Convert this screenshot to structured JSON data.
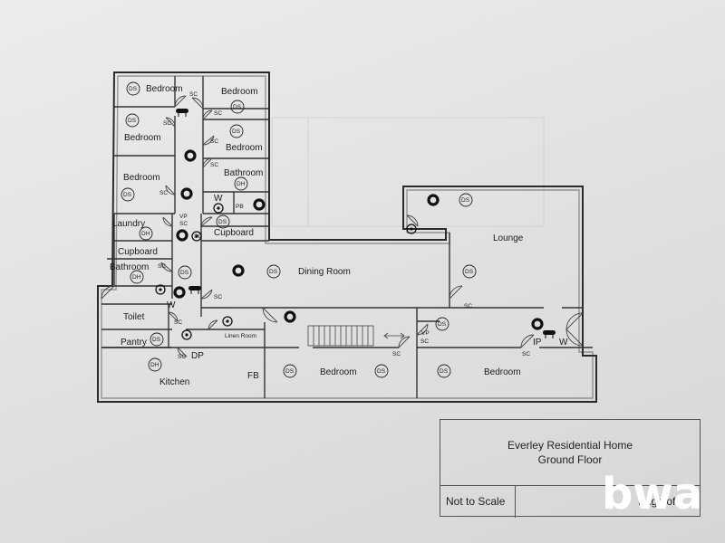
{
  "rooms": {
    "bedroom_nw1": "Bedroom",
    "bedroom_ne1": "Bedroom",
    "bedroom_nw2": "Bedroom",
    "bedroom_ne2": "Bedroom",
    "bedroom_nw3": "Bedroom",
    "bathroom_ne": "Bathroom",
    "laundry": "Laundry",
    "cupboard_w": "Cupboard",
    "cupboard_e": "Cupboard",
    "bathroom_w": "Bathroom",
    "dining_room": "Dining Room",
    "lounge": "Lounge",
    "toilet": "Toilet",
    "pantry": "Pantry",
    "linen_room": "Linen Room",
    "kitchen": "Kitchen",
    "bedroom_s1": "Bedroom",
    "bedroom_s2": "Bedroom"
  },
  "symbols": {
    "ds": "DS",
    "dh": "DH",
    "sc": "SC",
    "w": "W",
    "pb": "PB",
    "vp": "VP",
    "dp": "DP",
    "fb": "FB",
    "ip": "IP"
  },
  "title_block": {
    "line1": "Everley Residential Home",
    "line2": "Ground Floor",
    "scale": "Not to Scale",
    "page": "Page of"
  },
  "logo": "bwa",
  "colors": {
    "paper": "#e4e4e4",
    "ink": "#2a2a2a"
  }
}
